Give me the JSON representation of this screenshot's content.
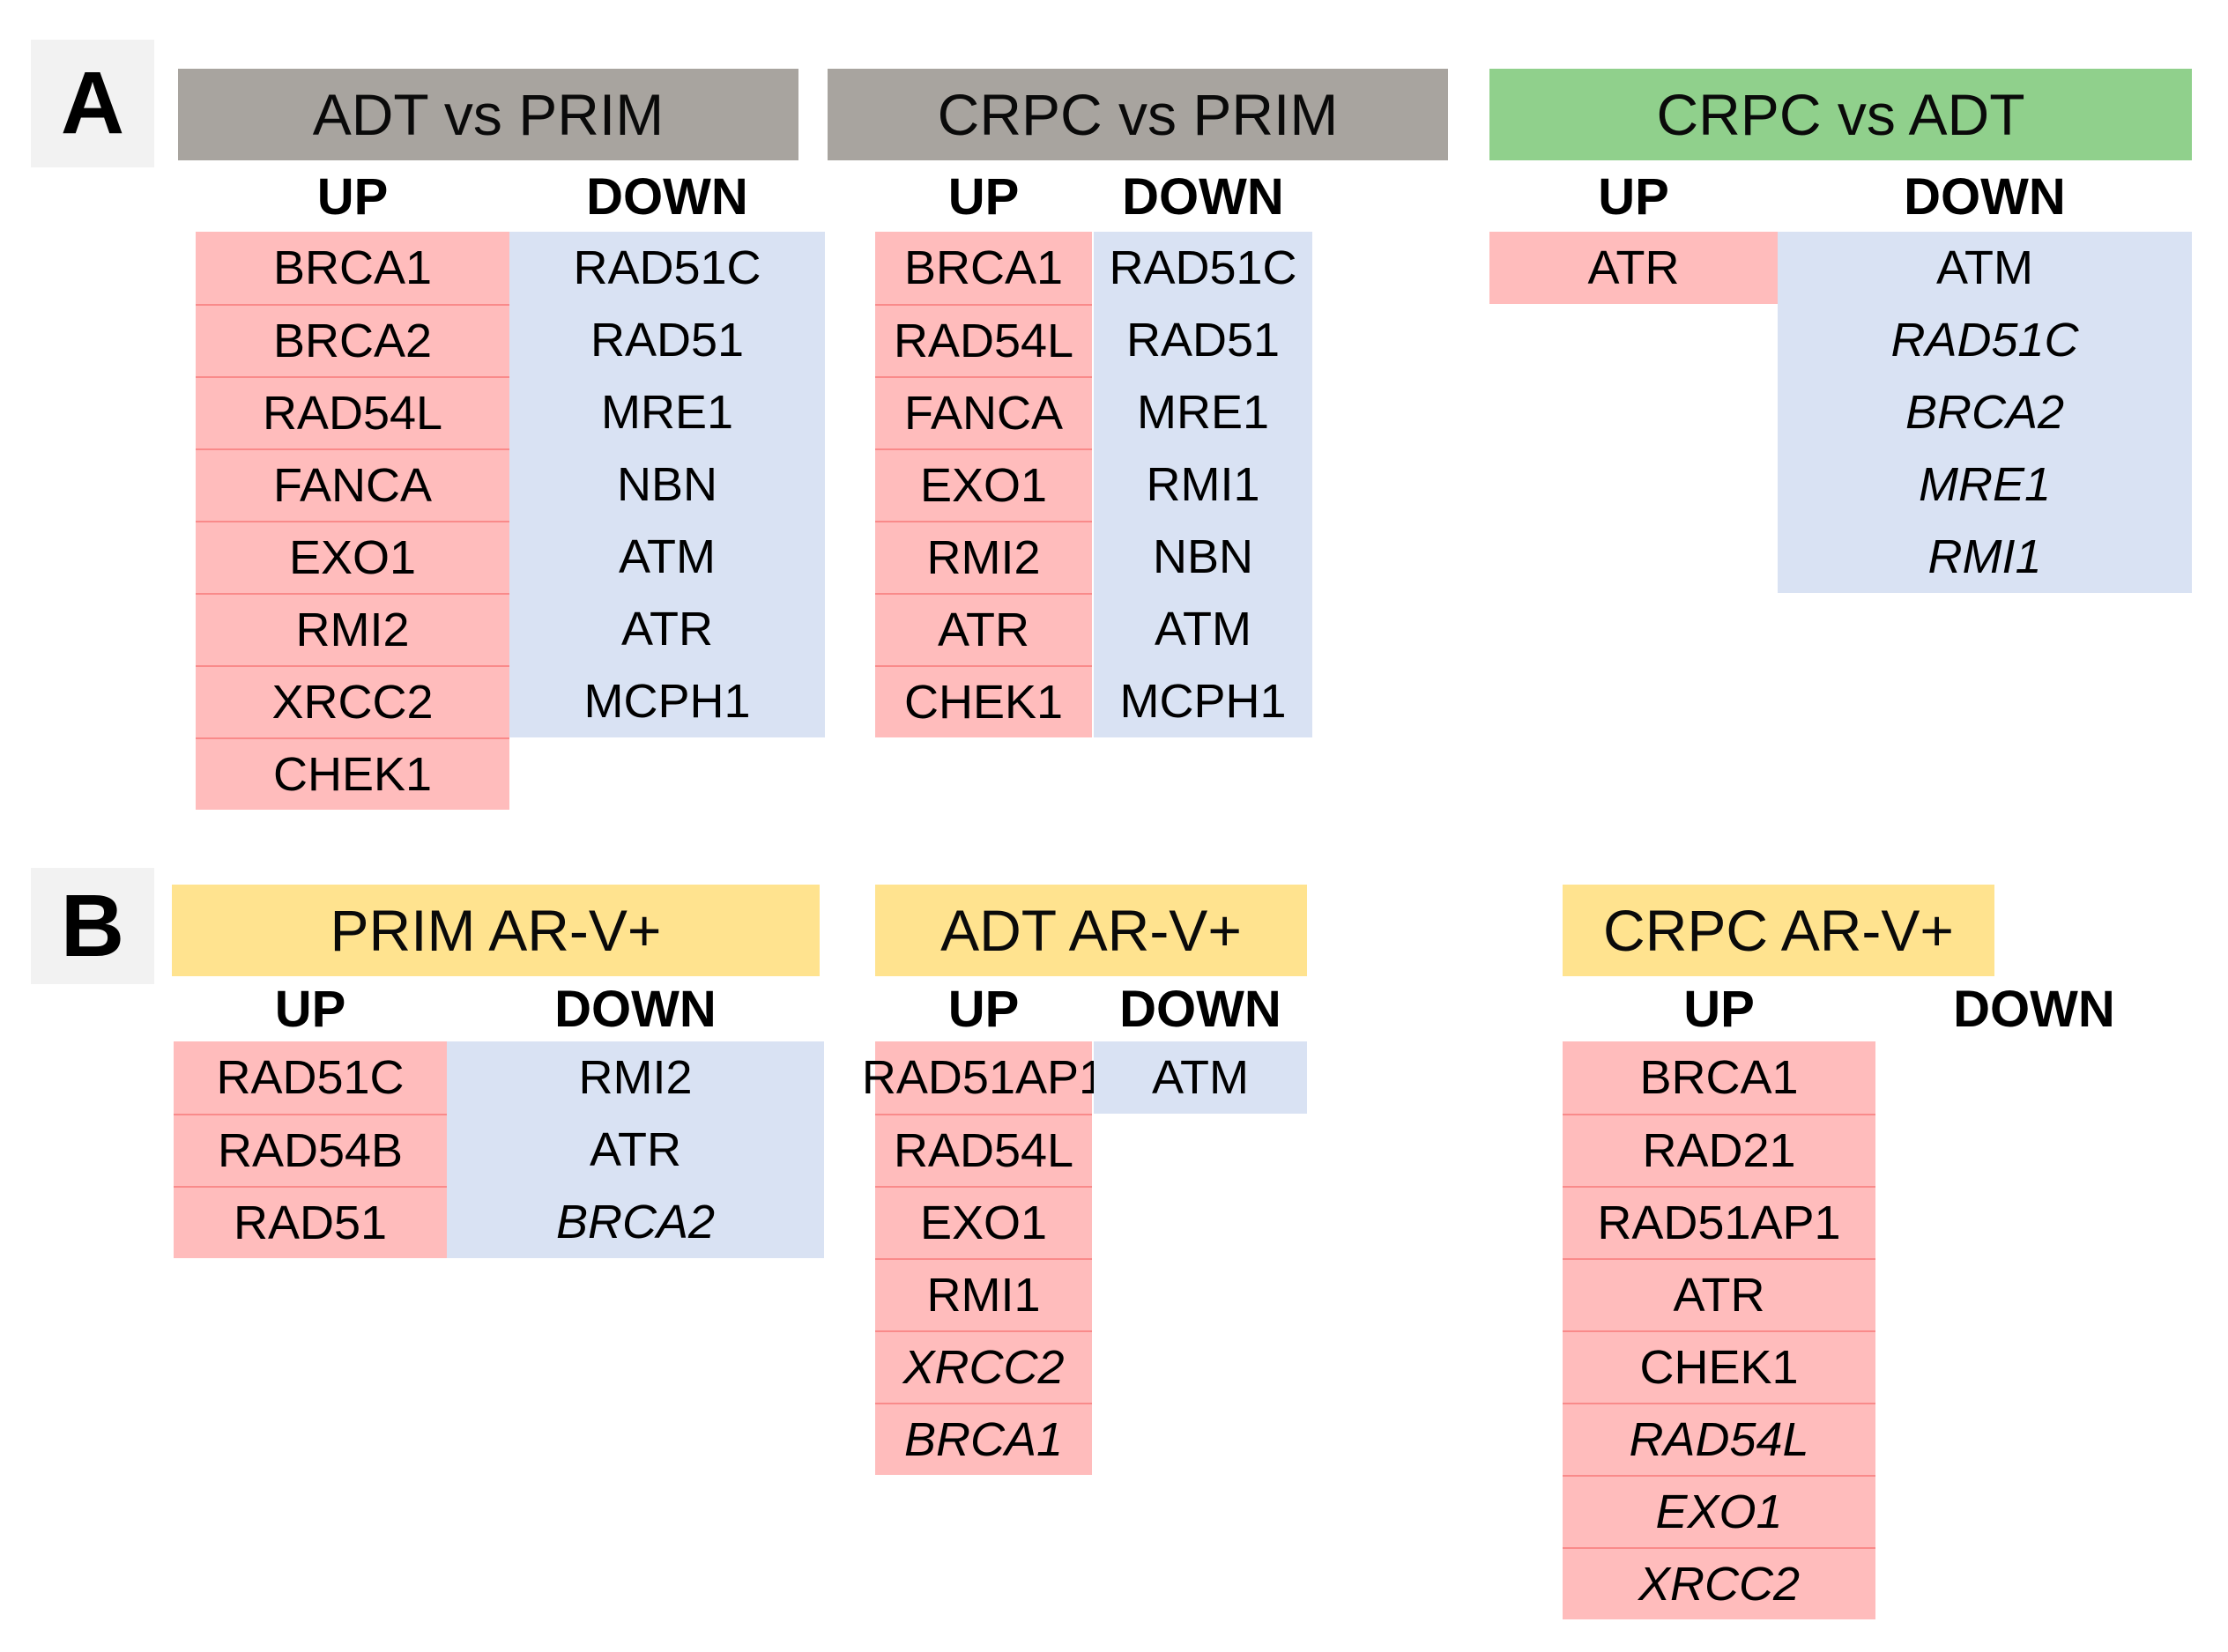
{
  "colors": {
    "comparison_header_gray": "#a8a49f",
    "comparison_header_green": "#90d08c",
    "arv_header_yellow": "#ffe38f",
    "up_cell_pink": "#ffbcbc",
    "up_cell_divider": "#f98a8a",
    "down_cell_blue": "#d9e2f3",
    "panel_label_bg": "#f2f2f2"
  },
  "panels": [
    {
      "label": "A",
      "tables": [
        {
          "title": "ADT vs PRIM",
          "header_color": "#a8a49f",
          "up_label": "UP",
          "down_label": "DOWN",
          "up": [
            {
              "text": "BRCA1",
              "italic": false
            },
            {
              "text": "BRCA2",
              "italic": false
            },
            {
              "text": "RAD54L",
              "italic": false
            },
            {
              "text": "FANCA",
              "italic": false
            },
            {
              "text": "EXO1",
              "italic": false
            },
            {
              "text": "RMI2",
              "italic": false
            },
            {
              "text": "XRCC2",
              "italic": false
            },
            {
              "text": "CHEK1",
              "italic": false
            }
          ],
          "down": [
            {
              "text": "RAD51C",
              "italic": false
            },
            {
              "text": "RAD51",
              "italic": false
            },
            {
              "text": "MRE1",
              "italic": false
            },
            {
              "text": "NBN",
              "italic": false
            },
            {
              "text": "ATM",
              "italic": false
            },
            {
              "text": "ATR",
              "italic": false
            },
            {
              "text": "MCPH1",
              "italic": false
            }
          ]
        },
        {
          "title": "CRPC vs PRIM",
          "header_color": "#a8a49f",
          "up_label": "UP",
          "down_label": "DOWN",
          "up": [
            {
              "text": "BRCA1",
              "italic": false
            },
            {
              "text": "RAD54L",
              "italic": false
            },
            {
              "text": "FANCA",
              "italic": false
            },
            {
              "text": "EXO1",
              "italic": false
            },
            {
              "text": "RMI2",
              "italic": false
            },
            {
              "text": "ATR",
              "italic": false
            },
            {
              "text": "CHEK1",
              "italic": false
            }
          ],
          "down": [
            {
              "text": "RAD51C",
              "italic": false
            },
            {
              "text": "RAD51",
              "italic": false
            },
            {
              "text": "MRE1",
              "italic": false
            },
            {
              "text": "RMI1",
              "italic": false
            },
            {
              "text": "NBN",
              "italic": false
            },
            {
              "text": "ATM",
              "italic": false
            },
            {
              "text": "MCPH1",
              "italic": false
            }
          ]
        },
        {
          "title": "CRPC vs ADT",
          "header_color": "#90d08c",
          "up_label": "UP",
          "down_label": "DOWN",
          "up": [
            {
              "text": "ATR",
              "italic": false
            }
          ],
          "down": [
            {
              "text": "ATM",
              "italic": false
            },
            {
              "text": "RAD51C",
              "italic": true
            },
            {
              "text": "BRCA2",
              "italic": true
            },
            {
              "text": "MRE1",
              "italic": true
            },
            {
              "text": "RMI1",
              "italic": true
            }
          ]
        }
      ]
    },
    {
      "label": "B",
      "tables": [
        {
          "title": "PRIM AR-V+",
          "header_color": "#ffe38f",
          "up_label": "UP",
          "down_label": "DOWN",
          "up": [
            {
              "text": "RAD51C",
              "italic": false
            },
            {
              "text": "RAD54B",
              "italic": false
            },
            {
              "text": "RAD51",
              "italic": false
            }
          ],
          "down": [
            {
              "text": "RMI2",
              "italic": false
            },
            {
              "text": "ATR",
              "italic": false
            },
            {
              "text": "BRCA2",
              "italic": true
            }
          ]
        },
        {
          "title": "ADT AR-V+",
          "header_color": "#ffe38f",
          "up_label": "UP",
          "down_label": "DOWN",
          "up": [
            {
              "text": "RAD51AP1",
              "italic": false
            },
            {
              "text": "RAD54L",
              "italic": false
            },
            {
              "text": "EXO1",
              "italic": false
            },
            {
              "text": "RMI1",
              "italic": false
            },
            {
              "text": "XRCC2",
              "italic": true
            },
            {
              "text": "BRCA1",
              "italic": true
            }
          ],
          "down": [
            {
              "text": "ATM",
              "italic": false
            }
          ]
        },
        {
          "title": "CRPC AR-V+",
          "header_color": "#ffe38f",
          "up_label": "UP",
          "down_label": "DOWN",
          "up": [
            {
              "text": "BRCA1",
              "italic": false
            },
            {
              "text": "RAD21",
              "italic": false
            },
            {
              "text": "RAD51AP1",
              "italic": false
            },
            {
              "text": "ATR",
              "italic": false
            },
            {
              "text": "CHEK1",
              "italic": false
            },
            {
              "text": "RAD54L",
              "italic": true
            },
            {
              "text": "EXO1",
              "italic": true
            },
            {
              "text": "XRCC2",
              "italic": true
            }
          ],
          "down": []
        }
      ]
    }
  ]
}
